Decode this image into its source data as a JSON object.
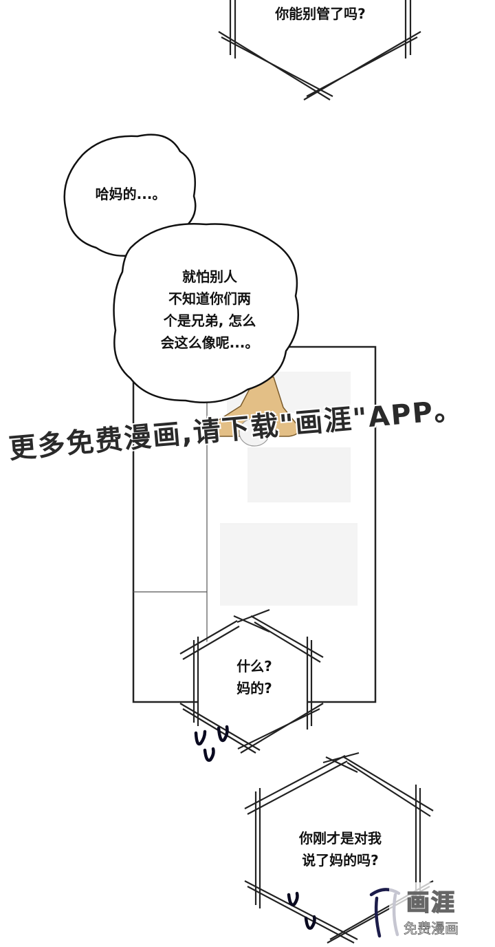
{
  "bubbles": {
    "top_line": "你能别管了吗?",
    "haha": "哈妈的...。",
    "afraid": "就怕别人\n不知道你们两\n个是兄弟, 怎么\n会这么像呢...。",
    "what": "什么?\n妈的?",
    "did_you": "你刚才是对我\n说了妈的吗?"
  },
  "watermark": "更多免费漫画,请下载\"画涯\"APP。",
  "logo": {
    "main": "画涯",
    "sub": "免费漫画"
  },
  "colors": {
    "ink": "#111111",
    "lamp_shade": "#e2bf86",
    "bulb": "#f2f2f2",
    "sfx": "#0a0a20"
  }
}
